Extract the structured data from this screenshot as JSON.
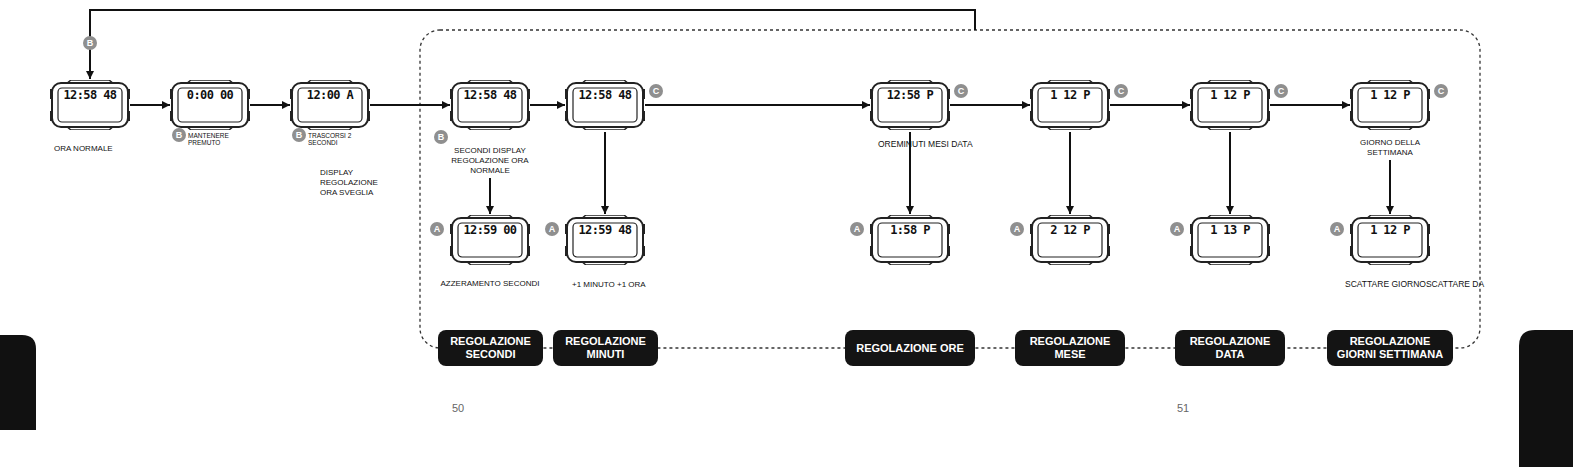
{
  "diagram": {
    "nodes": [
      {
        "text": [
          "12:58 48",
          "ORA NORMALE"
        ]
      },
      {
        "text": [
          "0:00 00"
        ]
      },
      {
        "text": [
          "12:00 A",
          "DISPLAY REGOLAZIONE ORA SVEGLIA"
        ]
      },
      {
        "text": [
          "12:58 48",
          "SECONDI DISPLAY REGOLAZIONE ORA NORMALE"
        ]
      },
      {
        "text": [
          "12:58 48"
        ]
      },
      {
        "text": [
          "12:58 P"
        ]
      },
      {
        "text": [
          "1 12 P"
        ]
      },
      {
        "text": [
          "1 12 P"
        ]
      },
      {
        "text": [
          "1 12 P",
          "GIORNO DELLA SETTIMANA"
        ]
      },
      {
        "text": [
          "12:59 00",
          "AZZERAMENTO SECONDI"
        ]
      },
      {
        "text": [
          "12:59 48"
        ]
      },
      {
        "text": [
          "1:58 P"
        ]
      },
      {
        "text": [
          "2 12 P"
        ]
      },
      {
        "text": [
          "1 13 P"
        ]
      },
      {
        "text": [
          "1 12 P"
        ]
      },
      {
        "text": [
          "REGOLAZIONE SECONDI"
        ]
      },
      {
        "text": [
          "REGOLAZIONE MINUTI"
        ]
      },
      {
        "text": [
          "REGOLAZIONE ORE"
        ]
      },
      {
        "text": [
          "REGOLAZIONE MESE"
        ]
      },
      {
        "text": [
          "REGOLAZIONE DATA"
        ]
      },
      {
        "text": [
          "REGOLAZIONE GIORNI SETTIMANA"
        ]
      }
    ],
    "edges": [
      {
        "from": 0,
        "to": 1,
        "arrow": "to"
      },
      {
        "from": 1,
        "to": 2,
        "arrow": "to"
      },
      {
        "from": 2,
        "to": 3,
        "arrow": "to"
      },
      {
        "from": 3,
        "to": 4,
        "arrow": "to"
      },
      {
        "from": 4,
        "to": 5,
        "arrow": "to"
      },
      {
        "from": 5,
        "to": 6,
        "arrow": "to"
      },
      {
        "from": 6,
        "to": 7,
        "arrow": "to"
      },
      {
        "from": 7,
        "to": 8,
        "arrow": "to"
      },
      {
        "from": 3,
        "to": 9,
        "arrow": "to"
      },
      {
        "from": 4,
        "to": 10,
        "arrow": "to"
      },
      {
        "from": 5,
        "to": 11,
        "arrow": "to"
      },
      {
        "from": 6,
        "to": 12,
        "arrow": "to"
      },
      {
        "from": 7,
        "to": 13,
        "arrow": "to"
      },
      {
        "from": 8,
        "to": 14,
        "arrow": "to"
      }
    ],
    "labels": [
      "B",
      "B",
      "MANTENERE PREMUTO",
      "B",
      "TRASCORSI 2 SECONDI",
      "B",
      "C",
      "OREMINUTI MESI DATA",
      "C",
      "C",
      "C",
      "C",
      "A",
      "A",
      "+1 MINUTO +1 ORA",
      "A",
      "A",
      "A",
      "A",
      "SCATTARE GIORNOSCATTARE DA",
      "50",
      "51"
    ]
  }
}
